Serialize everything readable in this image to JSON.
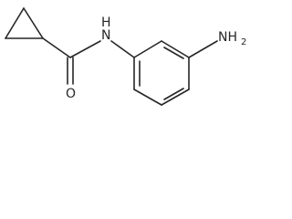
{
  "structure": {
    "atom_labels": {
      "amide_nitrogen": "N",
      "amide_hydrogen": "H",
      "carbonyl_oxygen": "O",
      "amine_group": "NH",
      "amine_subscript": "2"
    },
    "colors": {
      "bond": "#262626",
      "label": "#262626",
      "background": "#ffffff"
    }
  }
}
